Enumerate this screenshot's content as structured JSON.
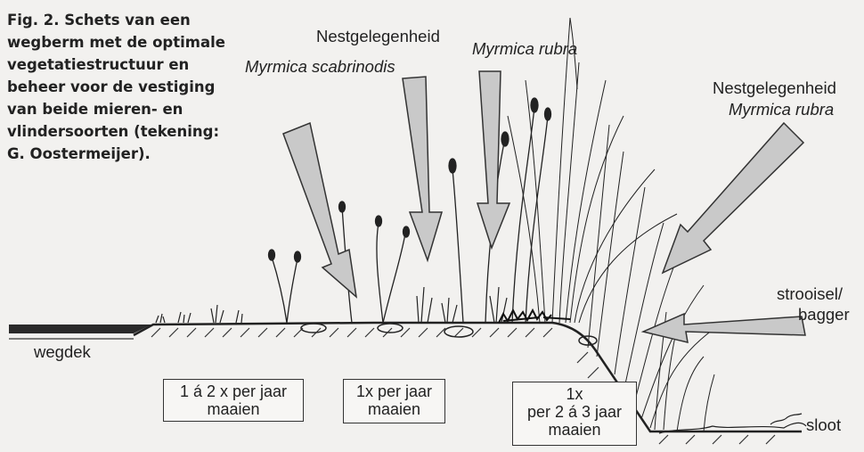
{
  "caption": {
    "line1": "Fig. 2. Schets van een",
    "line2": "wegberm met de optimale",
    "line3": "vegetatiestructuur en",
    "line4": "beheer voor de vestiging",
    "line5": "van beide mieren- en",
    "line6": "vlindersoorten (tekening:",
    "line7": "G. Oostermeijer)."
  },
  "labels": {
    "nest_left_title": "Nestgelegenheid",
    "species_scabrinodis": "Myrmica scabrinodis",
    "species_rubra_center": "Myrmica rubra",
    "nest_right_title": "Nestgelegenheid",
    "species_rubra_right": "Myrmica rubra",
    "strooisel_line1": "strooisel/",
    "strooisel_line2": "bagger",
    "wegdek": "wegdek",
    "sloot": "sloot"
  },
  "zones": [
    {
      "line1": "1 á 2 x per jaar",
      "line2": "maaien"
    },
    {
      "line1": "1x per jaar",
      "line2": "maaien"
    },
    {
      "line1": "1x",
      "line2": "per 2 á 3 jaar",
      "line3": "maaien"
    }
  ],
  "colors": {
    "arrow_fill": "#c9c9c9",
    "ink": "#222222",
    "background": "#f2f1ef"
  }
}
